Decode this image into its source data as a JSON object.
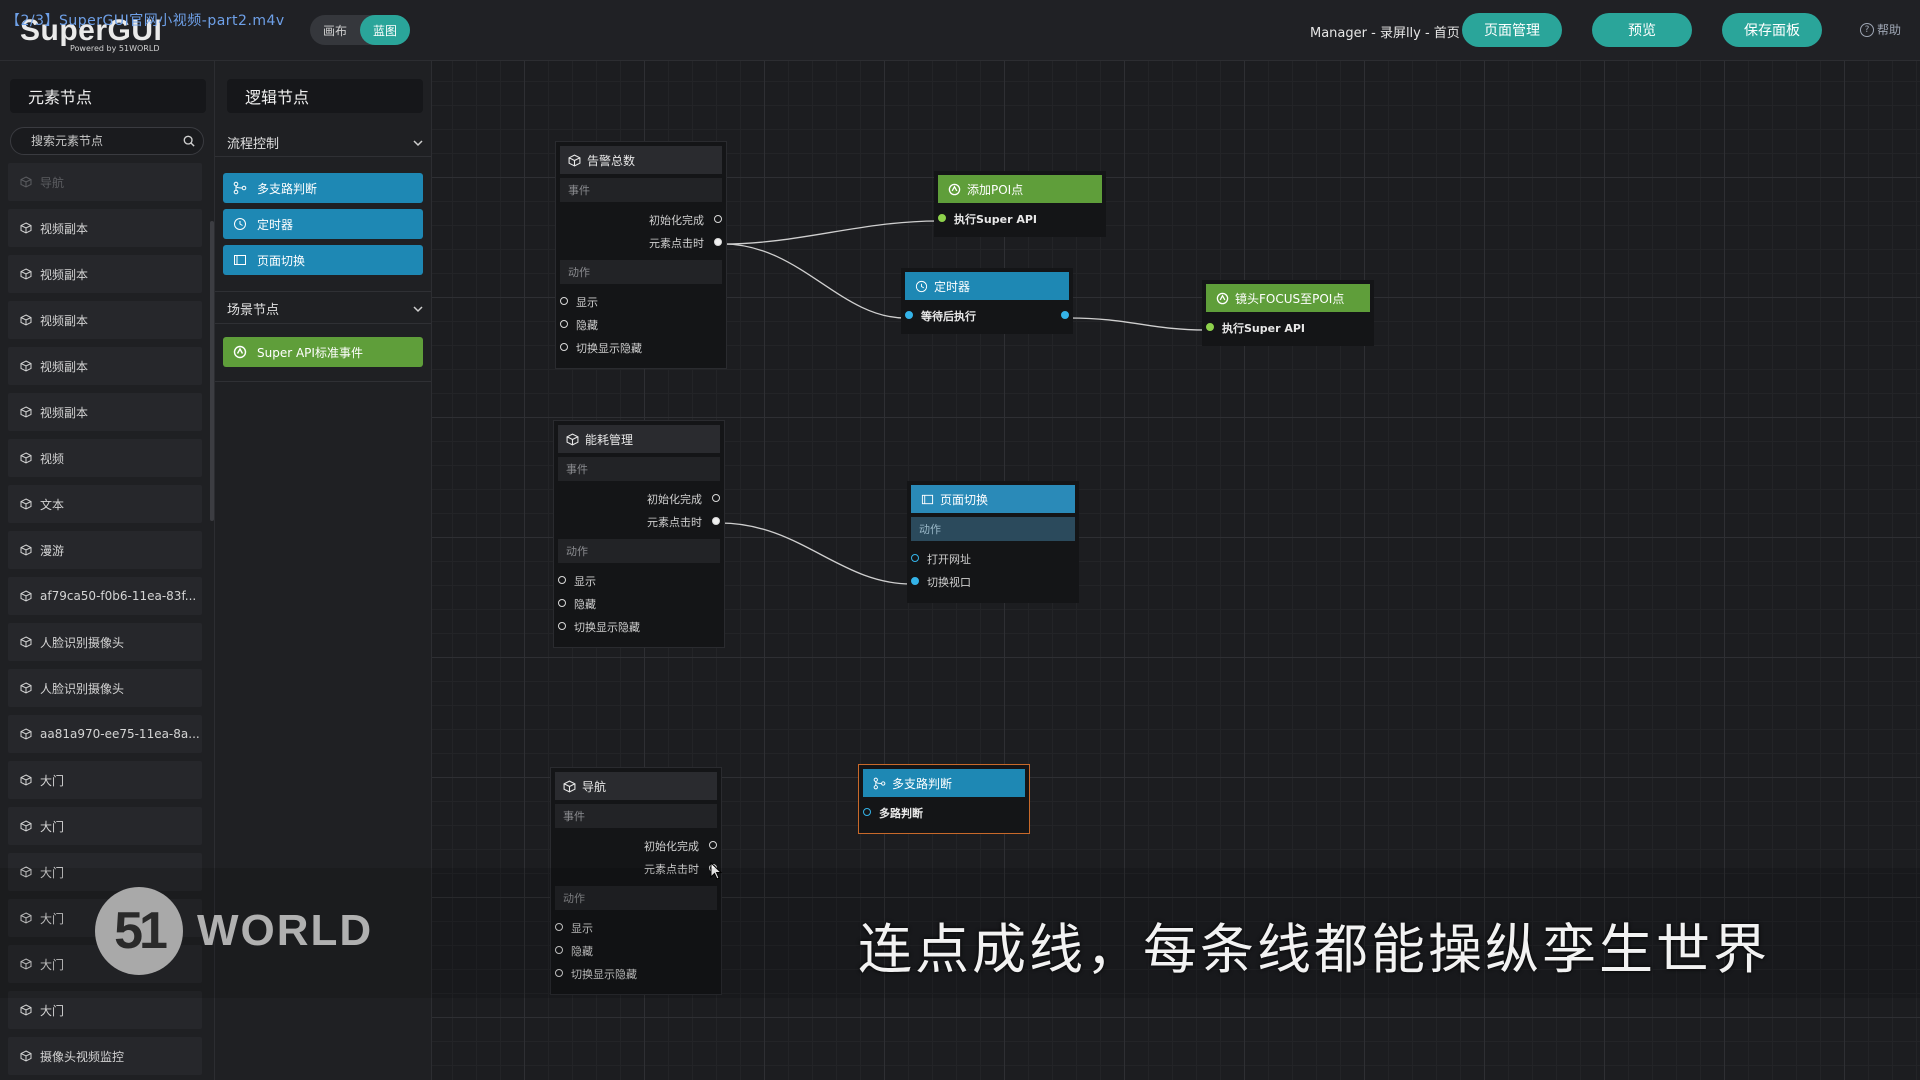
{
  "video_title": "【2/3】SuperGUI官网小视频-part2.m4v",
  "logo": {
    "main": "SuperGUI",
    "sub": "Powered by 51WORLD"
  },
  "mode_toggle": {
    "canvas": "画布",
    "blueprint": "蓝图"
  },
  "header": {
    "user_info": "Manager - 录屏lly - 首页",
    "page_manage": "页面管理",
    "preview": "预览",
    "save_panel": "保存面板",
    "help": "帮助"
  },
  "element_panel": {
    "title": "元素节点",
    "search_placeholder": "搜索元素节点",
    "items": [
      "导航",
      "视频副本",
      "视频副本",
      "视频副本",
      "视频副本",
      "视频副本",
      "视频",
      "文本",
      "漫游",
      "af79ca50-f0b6-11ea-83f...",
      "人脸识别摄像头",
      "人脸识别摄像头",
      "aa81a970-ee75-11ea-8a...",
      "大门",
      "大门",
      "大门",
      "大门",
      "大门",
      "大门",
      "摄像头视频监控"
    ]
  },
  "logic_panel": {
    "title": "逻辑节点",
    "flow_section": "流程控制",
    "flow_items": [
      "多支路判断",
      "定时器",
      "页面切换"
    ],
    "scene_section": "场景节点",
    "scene_items": [
      "Super API标准事件"
    ]
  },
  "nodes": {
    "common": {
      "events": "事件",
      "init_done": "初始化完成",
      "element_click": "元素点击时",
      "actions": "动作",
      "show": "显示",
      "hide": "隐藏",
      "toggle": "切换显示隐藏"
    },
    "alarm_title": "告警总数",
    "energy_title": "能耗管理",
    "nav_title": "导航",
    "add_poi": {
      "title": "添加POI点",
      "port": "执行Super API"
    },
    "timer": {
      "title": "定时器",
      "port": "等待后执行"
    },
    "focus_poi": {
      "title": "镜头FOCUS至POI点",
      "port": "执行Super API"
    },
    "page_switch": {
      "title": "页面切换",
      "section": "动作",
      "open_url": "打开网址",
      "switch_view": "切换视口"
    },
    "multi_branch": {
      "title": "多支路判断",
      "port": "多路判断"
    }
  },
  "overlay": {
    "watermark_circle": "51",
    "watermark_text": "WORLD",
    "subtitle": "连点成线，每条线都能操纵孪生世界"
  },
  "colors": {
    "accent_teal": "#2aa59a",
    "node_blue": "#1e88b4",
    "node_green": "#5f9e3a",
    "selection": "#c8692a"
  }
}
